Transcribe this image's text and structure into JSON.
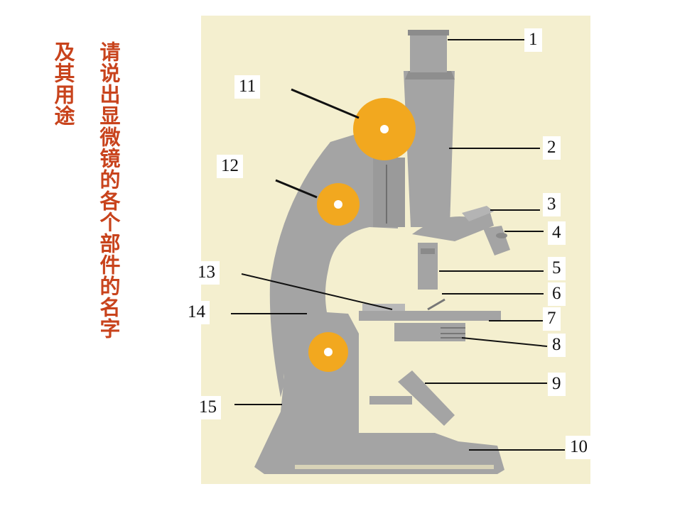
{
  "title": {
    "line1": "请说出显微镜的各个部件的名字",
    "line2": "及其用途"
  },
  "labels": [
    "1",
    "2",
    "3",
    "4",
    "5",
    "6",
    "7",
    "8",
    "9",
    "10",
    "11",
    "12",
    "13",
    "14",
    "15"
  ],
  "colors": {
    "title": "#c8431c",
    "paper": "#f4efcf",
    "body": "#a4a4a4",
    "knob": "#f2a81f",
    "leader": "#111111"
  }
}
